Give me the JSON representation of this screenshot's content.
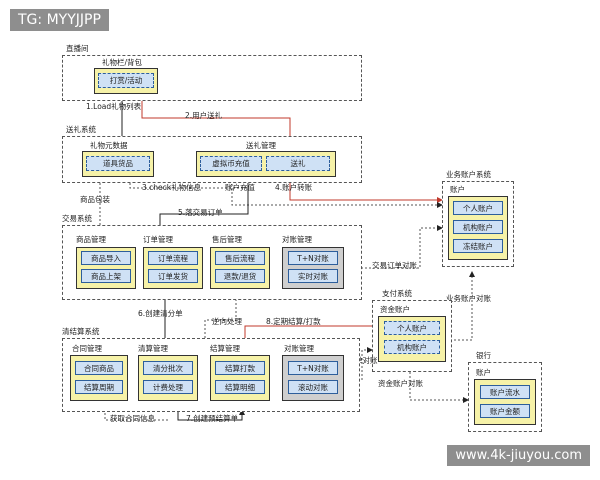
{
  "watermark_top": "TG: MYYJJPP",
  "watermark_bottom": "www.4k-jiuyou.com",
  "systems": {
    "live": "直播间",
    "gift": "送礼系统",
    "trade": "交易系统",
    "clear": "清结算系统",
    "pay": "支付系统",
    "biz_acct": "业务账户系统",
    "bank": "银行"
  },
  "groups": {
    "gift_bag": "礼物栏/背包",
    "gift_meta": "礼物元数据",
    "gift_mgmt": "送礼管理",
    "goods_mgmt": "商品管理",
    "order_mgmt": "订单管理",
    "after_sale": "售后管理",
    "recon_mgmt": "对账管理",
    "contract_mgmt": "合同管理",
    "clear_mgmt": "清算管理",
    "settle_mgmt": "结算管理",
    "recon_mgmt2": "对账管理",
    "fund_acct": "资金账户",
    "biz_acct_box": "账户",
    "bank_acct_box": "账户"
  },
  "nodes": {
    "reward_activity": "打赏/活动",
    "prop_goods": "道具货品",
    "virtual_recharge": "虚拟币充值",
    "send_gift": "送礼",
    "goods_import": "商品导入",
    "goods_online": "商品上架",
    "order_flow": "订单流程",
    "order_ship": "订单发货",
    "aftersale_flow": "售后流程",
    "refund_return": "退款/退货",
    "tn_recon": "T+N对账",
    "realtime_recon": "实时对账",
    "contract_goods": "合同商品",
    "settle_cycle": "结算周期",
    "clear_batch": "清分批次",
    "fee_process": "计费处理",
    "settle_payout": "结算打款",
    "settle_detail": "结算明细",
    "tn_recon2": "T+N对账",
    "rolling_recon": "滚动对账",
    "personal_acct": "个人账户",
    "org_acct": "机构账户",
    "biz_personal": "个人账户",
    "biz_org": "机构账户",
    "biz_frozen": "冻结账户",
    "bank_flow": "账户流水",
    "bank_amount": "账户金额"
  },
  "edges": {
    "e1": "1.Load礼物列表",
    "e2": "2.用户送礼",
    "e3": "3.check礼物信息",
    "e4": "4.账户转账",
    "e5": "5.落交易订单",
    "e6": "6.创建清分单",
    "e7": "7.创建预结算单",
    "e8": "8.定期结算/打款",
    "recharge": "账户充值",
    "goods_pack": "商品包装",
    "trade_recon": "交易订单对账",
    "reverse": "逆向处理",
    "biz_recon": "业务账户对账",
    "settle_recon": "结算单对账",
    "fund_recon": "资金账户对账",
    "contract_info": "获取合同信息"
  }
}
